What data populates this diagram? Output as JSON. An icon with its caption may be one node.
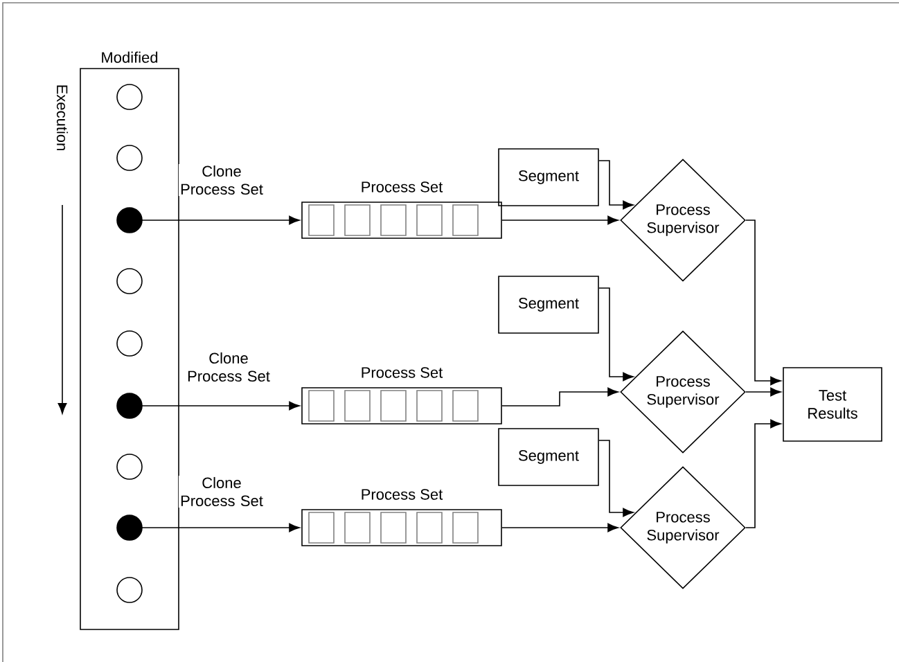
{
  "diagram": {
    "nodes": [
      {
        "text": [
          "Modified"
        ]
      },
      {
        "text": [],
        "shape": "circle",
        "in": 0
      },
      {
        "text": [],
        "shape": "circle",
        "in": 0
      },
      {
        "text": [],
        "shape": "circle",
        "in": 0
      },
      {
        "text": [],
        "shape": "circle",
        "in": 0
      },
      {
        "text": [],
        "shape": "circle",
        "in": 0
      },
      {
        "text": [],
        "shape": "circle",
        "in": 0
      },
      {
        "text": [],
        "shape": "circle",
        "in": 0
      },
      {
        "text": [],
        "shape": "circle",
        "in": 0
      },
      {
        "text": [],
        "shape": "circle",
        "in": 0
      },
      {
        "text": [
          "Process Set"
        ]
      },
      {
        "text": [
          "Process Set"
        ]
      },
      {
        "text": [
          "Process Set"
        ]
      },
      {
        "text": [
          "Segment"
        ]
      },
      {
        "text": [
          "Segment"
        ]
      },
      {
        "text": [
          "Segment"
        ]
      },
      {
        "text": [
          "Process Supervisor"
        ]
      },
      {
        "text": [
          "Process Supervisor"
        ]
      },
      {
        "text": [
          "Process Supervisor"
        ]
      },
      {
        "text": [
          "Test Results"
        ]
      }
    ],
    "edges": [
      {
        "from": 3,
        "to": 10,
        "arrow": "to",
        "label": "Clone Process Set"
      },
      {
        "from": 6,
        "to": 11,
        "arrow": "to",
        "label": "Clone Process Set"
      },
      {
        "from": 8,
        "to": 12,
        "arrow": "to",
        "label": "Clone Process Set"
      },
      {
        "from": 10,
        "to": 16,
        "arrow": "to"
      },
      {
        "from": 13,
        "to": 16,
        "arrow": "to"
      },
      {
        "from": 11,
        "to": 17,
        "arrow": "to"
      },
      {
        "from": 14,
        "to": 17,
        "arrow": "to"
      },
      {
        "from": 12,
        "to": 18,
        "arrow": "to"
      },
      {
        "from": 15,
        "to": 18,
        "arrow": "to"
      },
      {
        "from": 16,
        "to": 19,
        "arrow": "to"
      },
      {
        "from": 17,
        "to": 19,
        "arrow": "to"
      },
      {
        "from": 18,
        "to": 19,
        "arrow": "to"
      }
    ],
    "labels": [
      "Execution"
    ]
  }
}
